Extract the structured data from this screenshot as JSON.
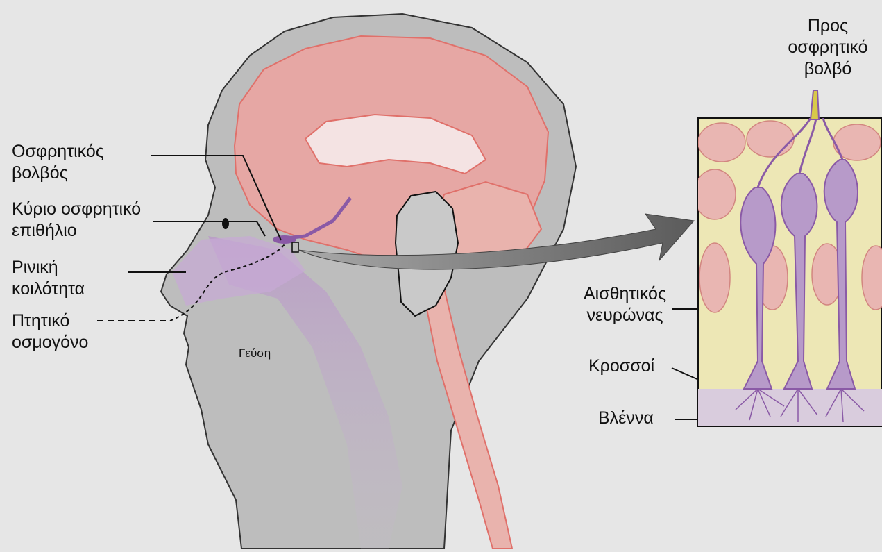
{
  "labels": {
    "olfactory_bulb_line1": "Οσφρητικός",
    "olfactory_bulb_line2": "βολβός",
    "epithelium_line1": "Κύριο οσφρητικό",
    "epithelium_line2": "επιθήλιο",
    "nasal_cavity_line1": "Ρινική",
    "nasal_cavity_line2": "κοιλότητα",
    "palatal_odorant_line1": "Πτητικό",
    "palatal_odorant_line2": "οσμογόνο",
    "taste": "Γεύση",
    "to_bulb_line1": "Προς",
    "to_bulb_line2": "οσφρητικό",
    "to_bulb_line3": "βολβό",
    "sensory_neuron_line1": "Αισθητικός",
    "sensory_neuron_line2": "νευρώνας",
    "cilia": "Κροσσοί",
    "mucus": "Βλέννα"
  },
  "colors": {
    "background": "#e6e6e6",
    "head": "#bdbdbd",
    "brain": "#e6a7a4",
    "brain_outline": "#e0706a",
    "olfactory_purple": "#9a6fb0",
    "epithelium_bg": "#ede7b5",
    "cell_pink": "#e49a97",
    "arrow": "#7d7d7d",
    "mucus": "#d9ccdd"
  }
}
